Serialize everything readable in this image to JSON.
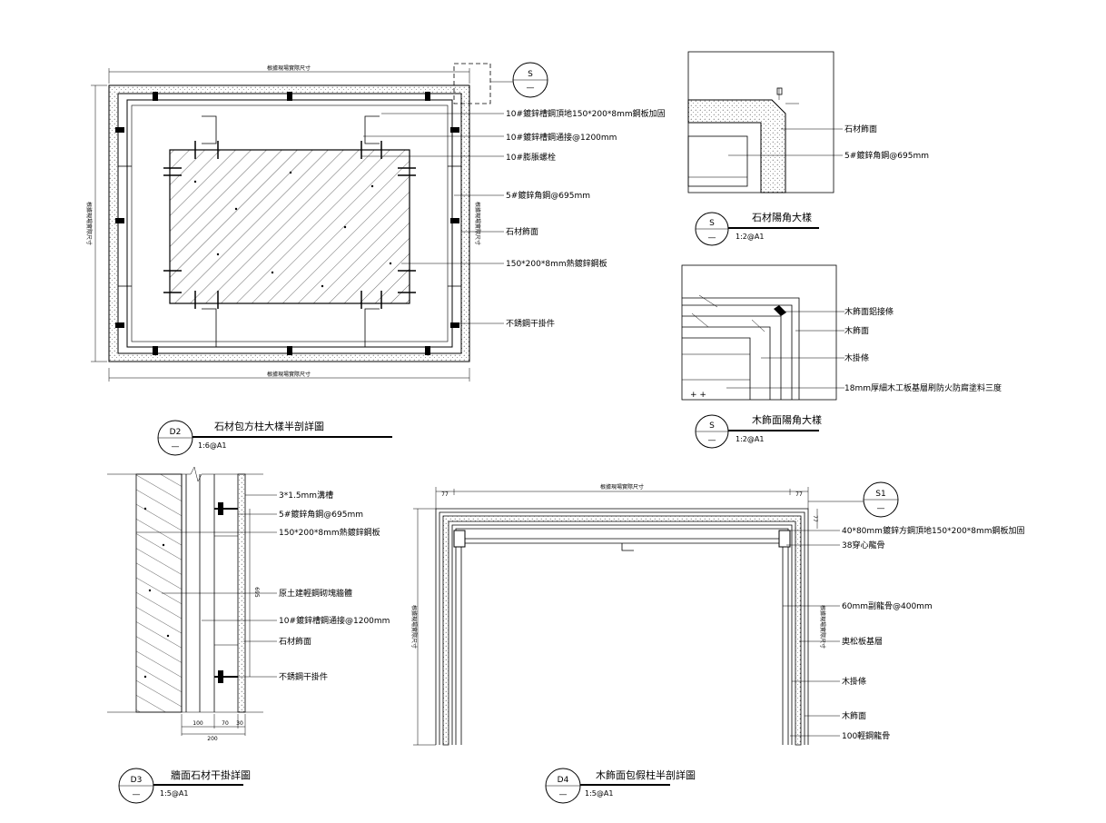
{
  "details": {
    "d2": {
      "number": "D2",
      "sheet": "—",
      "title": "石材包方柱大樣半剖詳圖",
      "scale": "1:6@A1",
      "dim_note": "根據現場實際尺寸",
      "notes": [
        "10#鍍鋅槽鋼頂地150*200*8mm鋼板加固",
        "10#鍍鋅槽鋼通接@1200mm",
        "10#膨脹螺栓",
        "5#鍍鋅角鋼@695mm",
        "石材飾面",
        "150*200*8mm熱鍍鋅鋼板",
        "不銹鋼干掛件"
      ],
      "callout": {
        "number": "S",
        "sheet": "—"
      }
    },
    "s_stone": {
      "number": "S",
      "sheet": "—",
      "title": "石材陽角大樣",
      "scale": "1:2@A1",
      "notes": [
        "石材飾面",
        "5#鍍鋅角鋼@695mm"
      ]
    },
    "s_wood": {
      "number": "S",
      "sheet": "—",
      "title": "木飾面陽角大樣",
      "scale": "1:2@A1",
      "notes": [
        "木飾面鋁接條",
        "木飾面",
        "木掛條",
        "18mm厚細木工板基層刷防火防腐塗料三度"
      ]
    },
    "d3": {
      "number": "D3",
      "sheet": "—",
      "title": "牆面石材干掛詳圖",
      "scale": "1:5@A1",
      "notes": [
        "3*1.5mm溝槽",
        "5#鍍鋅角鋼@695mm",
        "150*200*8mm熱鍍鋅鋼板",
        "原土建輕鋼砌塊牆體",
        "10#鍍鋅槽鋼通接@1200mm",
        "石材飾面",
        "不銹鋼干掛件"
      ],
      "dims": [
        "100",
        "70",
        "30",
        "200",
        "695"
      ]
    },
    "d4": {
      "number": "D4",
      "sheet": "—",
      "title": "木飾面包假柱半剖詳圖",
      "scale": "1:5@A1",
      "dim_note": "根據現場實際尺寸",
      "dims": [
        "77",
        "77",
        "77"
      ],
      "notes": [
        "40*80mm鍍鋅方鋼頂地150*200*8mm鋼板加固",
        "38穿心龍骨",
        "60mm副龍骨@400mm",
        "奧松板基層",
        "木掛條",
        "木飾面",
        "100輕鋼龍骨"
      ],
      "callout": {
        "number": "S1",
        "sheet": "—"
      }
    }
  }
}
